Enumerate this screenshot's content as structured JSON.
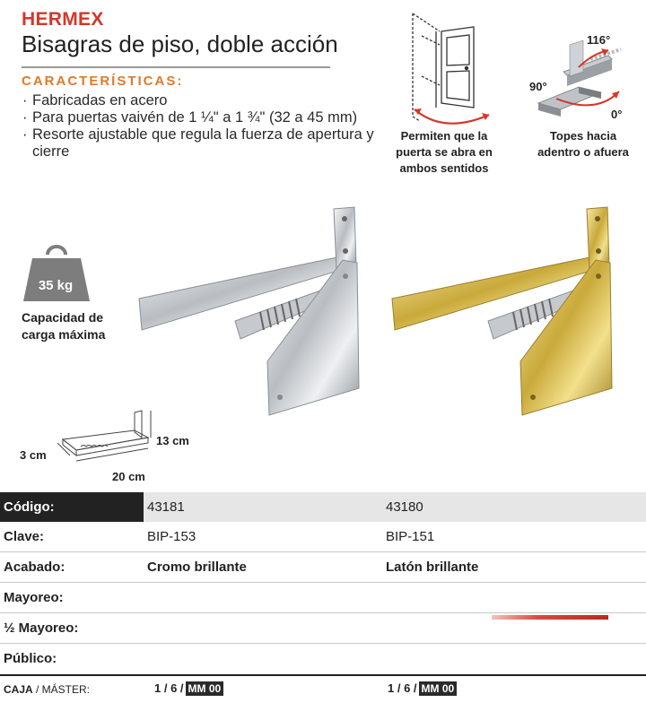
{
  "brand": "HERMEX",
  "title": "Bisagras de piso, doble acción",
  "features_heading": "CARACTERÍSTICAS:",
  "features": [
    "Fabricadas en acero",
    "Para puertas vaivén de 1 ¼\" a 1 ¾\" (32 a 45 mm)",
    "Resorte ajustable que regula la fuerza de apertura y cierre"
  ],
  "door_caption": [
    "Permiten que la",
    "puerta se abra en",
    "ambos sentidos"
  ],
  "stop_caption": [
    "Topes hacia",
    "adentro o afuera"
  ],
  "angles": {
    "a116": "116°",
    "a90": "90°",
    "a0": "0°"
  },
  "load": {
    "weight": "35 kg",
    "caption": [
      "Capacidad de",
      "carga máxima"
    ]
  },
  "dimensions": {
    "depth": "3 cm",
    "length": "20 cm",
    "height": "13 cm"
  },
  "colors": {
    "brand": "#d4372a",
    "features_heading": "#e07a2c",
    "chrome": "#c9ccd0",
    "brass": "#d9b94a"
  },
  "specs": {
    "header": {
      "label": "Código:",
      "v1": "43181",
      "v2": "43180"
    },
    "rows": [
      {
        "label": "Clave:",
        "v1": "BIP-153",
        "v2": "BIP-151"
      },
      {
        "label": "Acabado:",
        "v1": "Cromo brillante",
        "v2": "Latón brillante"
      },
      {
        "label": "Mayoreo:",
        "v1": "",
        "v2": ""
      },
      {
        "label": "½ Mayoreo:",
        "v1": "",
        "v2": ""
      },
      {
        "label": "Público:",
        "v1": "",
        "v2": ""
      }
    ]
  },
  "caja": {
    "label_bold": "CAJA",
    "label_rest": " / MÁSTER:",
    "p1": {
      "pre": "1 / 6 /",
      "box": "MM 00"
    },
    "p2": {
      "pre": "1 / 6 /",
      "box": "MM 00"
    }
  }
}
